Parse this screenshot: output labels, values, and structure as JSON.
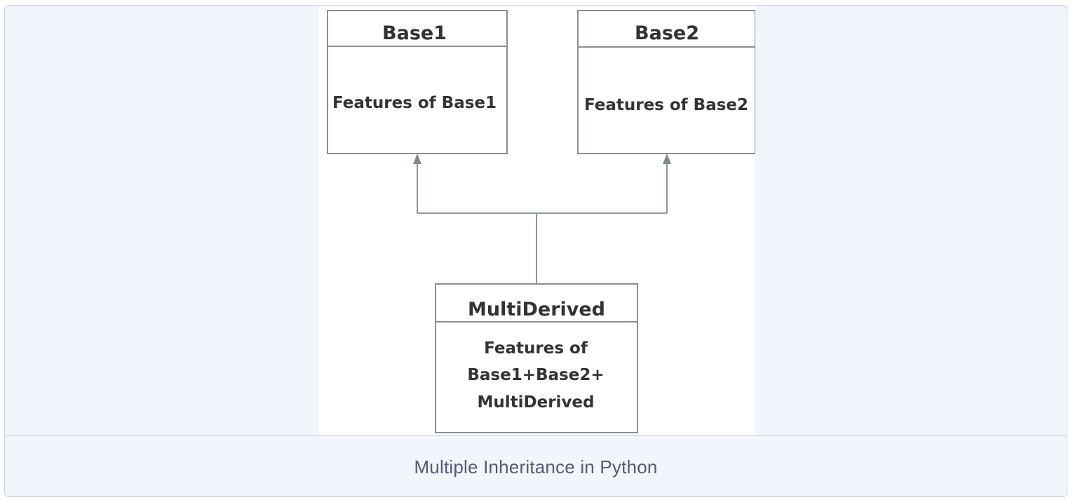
{
  "diagram": {
    "classes": [
      {
        "id": "base1",
        "name": "Base1",
        "body": [
          "Features of Base1"
        ]
      },
      {
        "id": "base2",
        "name": "Base2",
        "body": [
          "Features of Base2"
        ]
      },
      {
        "id": "multiderived",
        "name": "MultiDerived",
        "body": [
          "Features of",
          "Base1+Base2+",
          "MultiDerived"
        ]
      }
    ],
    "relations": [
      {
        "from": "multiderived",
        "to": "base1",
        "type": "inheritance"
      },
      {
        "from": "multiderived",
        "to": "base2",
        "type": "inheritance"
      }
    ],
    "colors": {
      "box_border": "#8a8f8f",
      "connector": "#8a9a9a",
      "text": "#333333"
    }
  },
  "caption": {
    "text": "Multiple Inheritance in Python"
  }
}
